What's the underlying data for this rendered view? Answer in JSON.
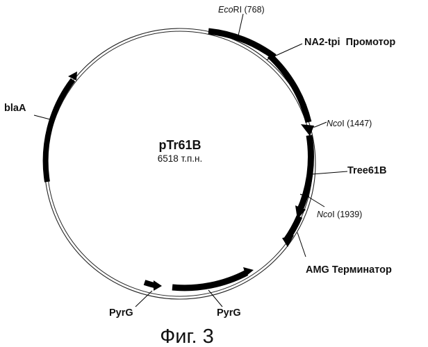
{
  "plasmid": {
    "name": "pTr61B",
    "size": "6518 т.п.н."
  },
  "features": {
    "ecori": {
      "italic": "Eco",
      "rest": "RI (768)"
    },
    "promoter": "NA2-tpi  Промотор",
    "ncoi_1": {
      "italic": "Nco",
      "rest": "I (1447)"
    },
    "tree61b": "Tree61B",
    "ncoi_2": {
      "italic": "Nco",
      "rest": "I (1939)"
    },
    "amg": "AMG Терминатор",
    "pyrg_left": "PyrG",
    "pyrg_right": "PyrG",
    "blaa": "blaA"
  },
  "caption": "Фиг. 3"
}
